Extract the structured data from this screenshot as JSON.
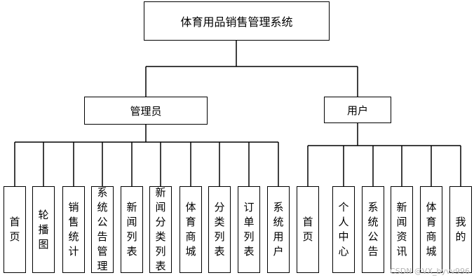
{
  "root": {
    "label": "体育用品销售管理系统"
  },
  "admin": {
    "label": "管理员",
    "children": [
      "首页",
      "轮播图",
      "销售统计",
      "系统公告管理",
      "新闻列表",
      "新闻分类列表",
      "体育商城",
      "分类列表",
      "订单列表",
      "系统用户"
    ]
  },
  "user": {
    "label": "用户",
    "children": [
      "首页",
      "个人中心",
      "系统公告",
      "新闻资讯",
      "体育商城",
      "我的"
    ]
  },
  "watermark": "CSDN @VX_byvv996"
}
